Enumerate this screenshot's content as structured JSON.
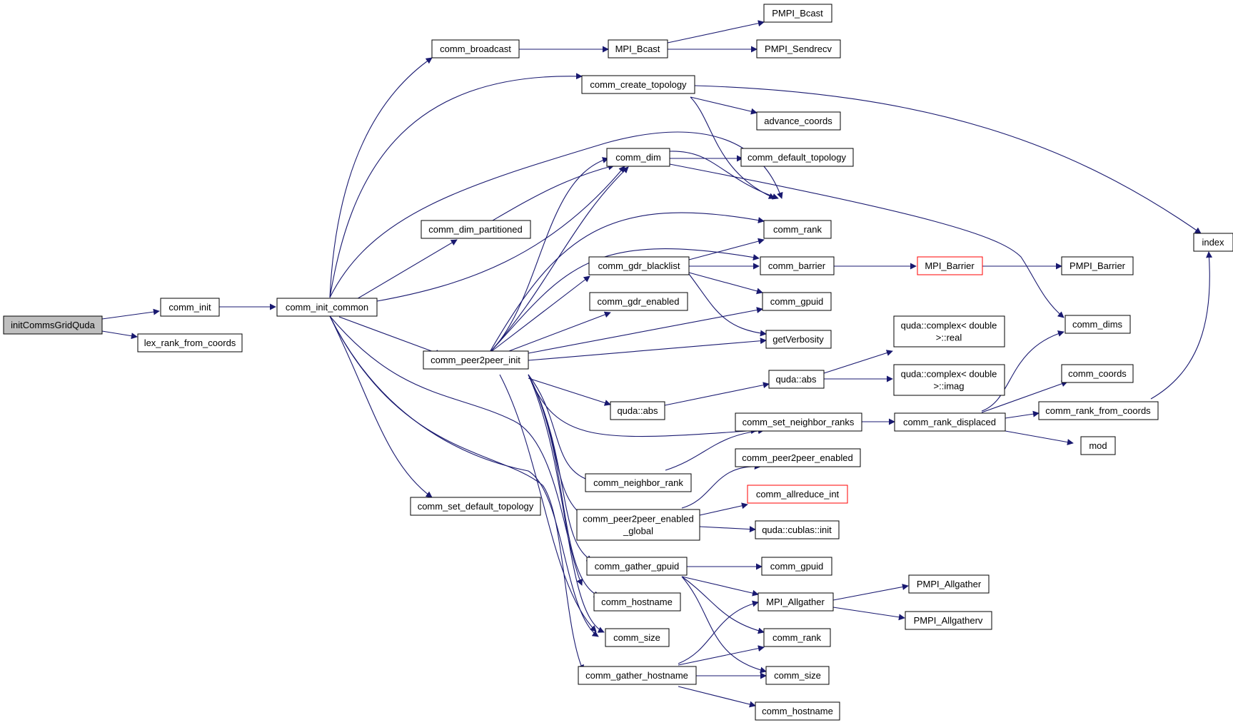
{
  "colors": {
    "edge": "#191970",
    "root_fill": "#bfbfbf",
    "node_border": "#000000",
    "truncated_border": "#ff0000"
  },
  "nodes": {
    "initCommsGridQuda": "initCommsGridQuda",
    "comm_init": "comm_init",
    "lex_rank_from_coords": "lex_rank_from_coords",
    "comm_init_common": "comm_init_common",
    "comm_broadcast": "comm_broadcast",
    "MPI_Bcast": "MPI_Bcast",
    "PMPI_Bcast": "PMPI_Bcast",
    "PMPI_Sendrecv": "PMPI_Sendrecv",
    "comm_create_topology": "comm_create_topology",
    "advance_coords": "advance_coords",
    "index": "index",
    "comm_dim": "comm_dim",
    "comm_default_topology": "comm_default_topology",
    "comm_dim_partitioned": "comm_dim_partitioned",
    "comm_rank_1": "comm_rank",
    "comm_gdr_blacklist": "comm_gdr_blacklist",
    "comm_barrier": "comm_barrier",
    "MPI_Barrier": "MPI_Barrier",
    "PMPI_Barrier": "PMPI_Barrier",
    "comm_gdr_enabled": "comm_gdr_enabled",
    "comm_gpuid": "comm_gpuid",
    "getVerbosity": "getVerbosity",
    "comm_dims": "comm_dims",
    "complex_real_1": "quda::complex< double",
    "complex_real_2": ">::real",
    "comm_peer2peer_init": "comm_peer2peer_init",
    "quda_abs_1": "quda::abs",
    "complex_imag_1": "quda::complex< double",
    "complex_imag_2": ">::imag",
    "comm_coords": "comm_coords",
    "quda_abs_2": "quda::abs",
    "comm_set_neighbor_ranks": "comm_set_neighbor_ranks",
    "comm_rank_displaced": "comm_rank_displaced",
    "comm_rank_from_coords": "comm_rank_from_coords",
    "mod": "mod",
    "comm_peer2peer_enabled": "comm_peer2peer_enabled",
    "comm_neighbor_rank": "comm_neighbor_rank",
    "comm_allreduce_int": "comm_allreduce_int",
    "comm_set_default_topology": "comm_set_default_topology",
    "comm_p2p_global_1": "comm_peer2peer_enabled",
    "comm_p2p_global_2": "_global",
    "quda_cublas_init": "quda::cublas::init",
    "comm_gather_gpuid": "comm_gather_gpuid",
    "comm_gpuid_2": "comm_gpuid",
    "PMPI_Allgather": "PMPI_Allgather",
    "MPI_Allgather": "MPI_Allgather",
    "comm_hostname_1": "comm_hostname",
    "PMPI_Allgatherv": "PMPI_Allgatherv",
    "comm_size_1": "comm_size",
    "comm_rank_2": "comm_rank",
    "comm_gather_hostname": "comm_gather_hostname",
    "comm_size_2": "comm_size",
    "comm_hostname_2": "comm_hostname"
  }
}
